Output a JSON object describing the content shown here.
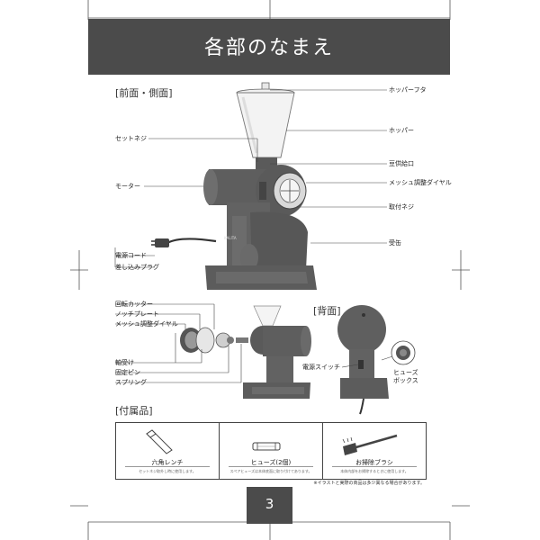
{
  "header": {
    "title": "各部のなまえ"
  },
  "sections": {
    "front_side": "[前面・側面]",
    "back": "[背面]",
    "accessories": "[付属品]"
  },
  "front_labels": {
    "hopper_lid": "ホッパーフタ",
    "hopper": "ホッパー",
    "set_screw": "セットネジ",
    "feed_port": "豆供給口",
    "motor": "モーター",
    "mesh_dial": "メッシュ調整ダイヤル",
    "mount_screw": "取付ネジ",
    "power_cord": "電源コード",
    "plug": "差し込みプラグ",
    "receiver": "受缶"
  },
  "exploded_labels": {
    "rotary_cutter": "回転カッター",
    "notch_plate": "ノッチプレート",
    "mesh_dial": "メッシュ調整ダイヤル",
    "bearing": "軸受け",
    "fixing_pin": "固定ピン",
    "spring": "スプリング"
  },
  "back_labels": {
    "power_switch": "電源スイッチ",
    "fuse_box_line1": "ヒューズ",
    "fuse_box_line2": "ボックス"
  },
  "accessories": [
    {
      "name": "六角レンチ",
      "note": "セットネジ取外し時に使用します。"
    },
    {
      "name": "ヒューズ(2個)",
      "note": "スペアヒューズは本体底面に取り付けてあります。"
    },
    {
      "name": "お掃除ブラシ",
      "note": "本体内部をお掃除するときに使用します。"
    }
  ],
  "footnote": "※イラストと実際の商品は多少異なる場合があります。",
  "page_number": "3",
  "brand_mark": "KALITA"
}
